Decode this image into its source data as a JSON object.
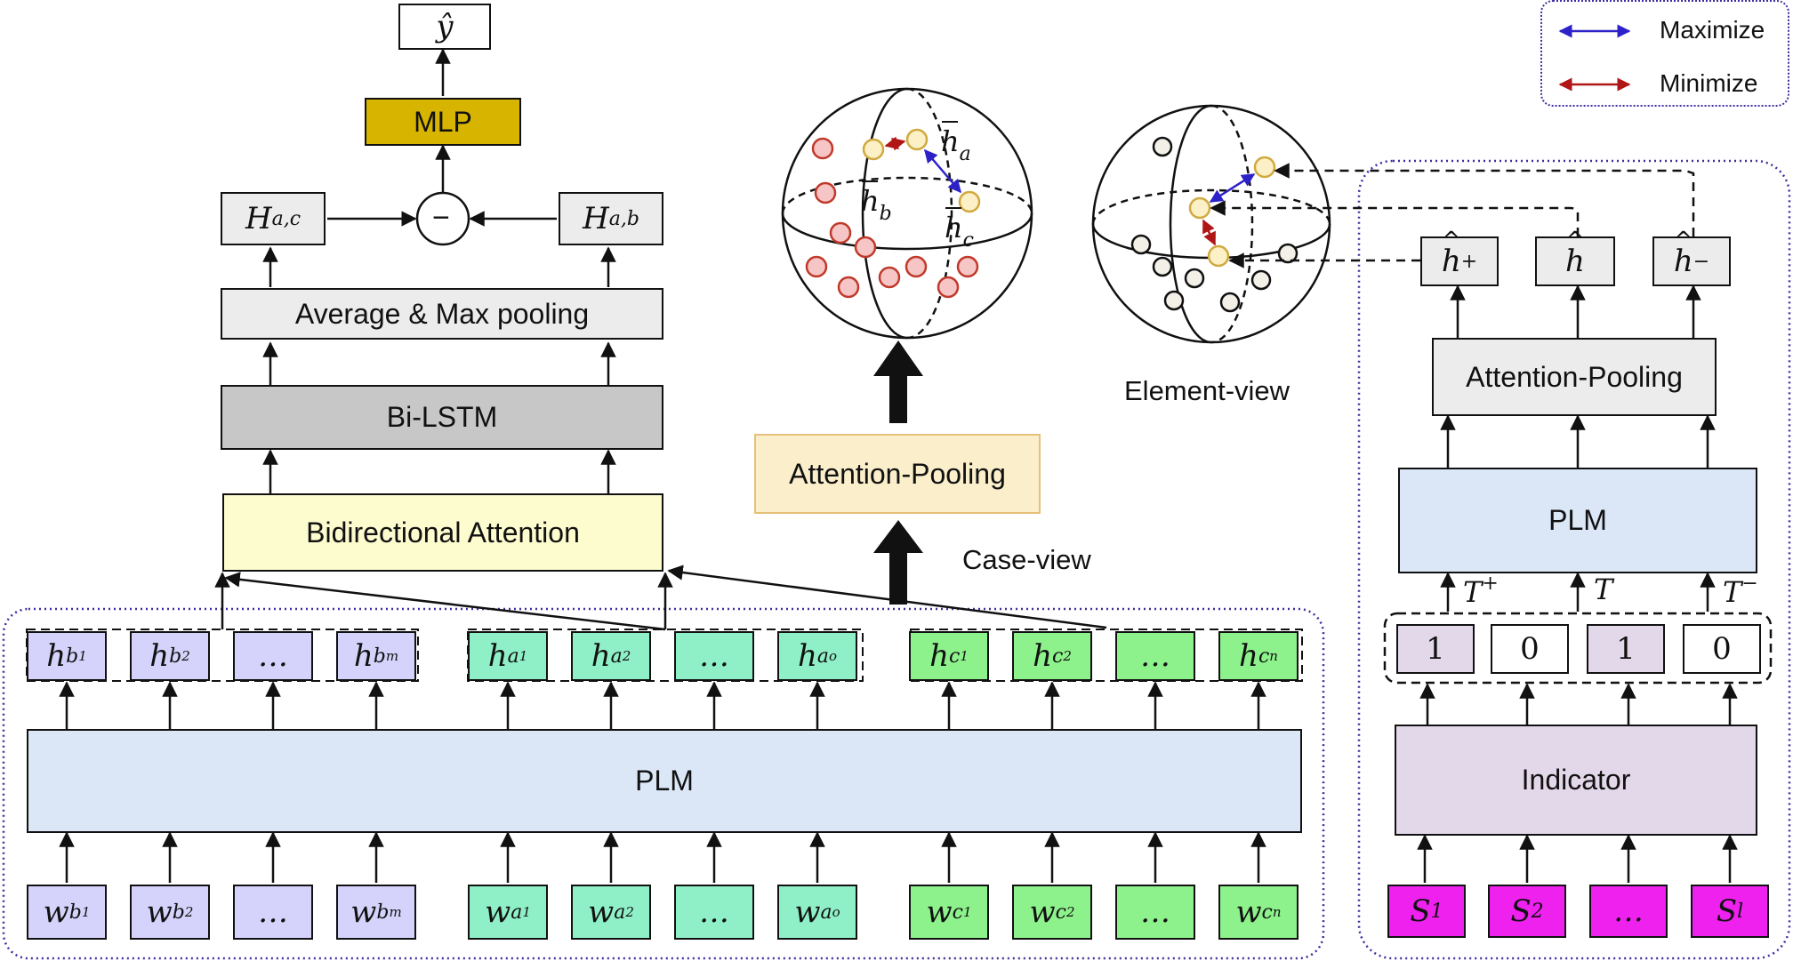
{
  "top_left": {
    "y_hat": "ŷ",
    "mlp": "MLP",
    "minus": "−",
    "h_ac": {
      "base": "H",
      "sub": "a,c"
    },
    "h_ab": {
      "base": "H",
      "sub": "a,b"
    },
    "pool": "Average & Max pooling",
    "bilstm": "Bi-LSTM",
    "biatt": "Bidirectional Attention"
  },
  "case_view": {
    "attention_pooling": "Attention-Pooling",
    "label": "Case-view",
    "sphere_labels": {
      "ha": {
        "base": "h",
        "sub": "a"
      },
      "hb": {
        "base": "h",
        "sub": "b"
      },
      "hc": {
        "base": "h",
        "sub": "c"
      }
    }
  },
  "element_view": {
    "label": "Element-view"
  },
  "legend": {
    "maximize": "Maximize",
    "minimize": "Minimize",
    "maximize_color": "#2d22c8",
    "minimize_color": "#b01616"
  },
  "plm_main": "PLM",
  "h_tokens": [
    {
      "base": "h",
      "sub": "b",
      "subsub": "1",
      "color": "lavender"
    },
    {
      "base": "h",
      "sub": "b",
      "subsub": "2",
      "color": "lavender"
    },
    {
      "base": "…",
      "sub": "",
      "subsub": "",
      "color": "lavender"
    },
    {
      "base": "h",
      "sub": "b",
      "subsub": "m",
      "color": "lavender"
    },
    {
      "base": "h",
      "sub": "a",
      "subsub": "1",
      "color": "teal"
    },
    {
      "base": "h",
      "sub": "a",
      "subsub": "2",
      "color": "teal"
    },
    {
      "base": "…",
      "sub": "",
      "subsub": "",
      "color": "teal"
    },
    {
      "base": "h",
      "sub": "a",
      "subsub": "o",
      "color": "teal"
    },
    {
      "base": "h",
      "sub": "c",
      "subsub": "1",
      "color": "green"
    },
    {
      "base": "h",
      "sub": "c",
      "subsub": "2",
      "color": "green"
    },
    {
      "base": "…",
      "sub": "",
      "subsub": "",
      "color": "green"
    },
    {
      "base": "h",
      "sub": "c",
      "subsub": "n",
      "color": "green"
    }
  ],
  "w_tokens": [
    {
      "base": "w",
      "sub": "b",
      "subsub": "1",
      "color": "lavender"
    },
    {
      "base": "w",
      "sub": "b",
      "subsub": "2",
      "color": "lavender"
    },
    {
      "base": "…",
      "sub": "",
      "subsub": "",
      "color": "lavender"
    },
    {
      "base": "w",
      "sub": "b",
      "subsub": "m",
      "color": "lavender"
    },
    {
      "base": "w",
      "sub": "a",
      "subsub": "1",
      "color": "teal"
    },
    {
      "base": "w",
      "sub": "a",
      "subsub": "2",
      "color": "teal"
    },
    {
      "base": "…",
      "sub": "",
      "subsub": "",
      "color": "teal"
    },
    {
      "base": "w",
      "sub": "a",
      "subsub": "o",
      "color": "teal"
    },
    {
      "base": "w",
      "sub": "c",
      "subsub": "1",
      "color": "green"
    },
    {
      "base": "w",
      "sub": "c",
      "subsub": "2",
      "color": "green"
    },
    {
      "base": "…",
      "sub": "",
      "subsub": "",
      "color": "green"
    },
    {
      "base": "w",
      "sub": "c",
      "subsub": "n",
      "color": "green"
    }
  ],
  "right": {
    "h_plus": {
      "base": "h",
      "sup": "+"
    },
    "h_mid": {
      "base": "h",
      "sup": ""
    },
    "h_minus": {
      "base": "h",
      "sup": "−"
    },
    "attention_pooling": "Attention-Pooling",
    "plm": "PLM",
    "t_plus": {
      "base": "T",
      "sup": "+"
    },
    "t": {
      "base": "T",
      "sup": ""
    },
    "t_minus": {
      "base": "T",
      "sup": "−"
    },
    "indicator_values": [
      "1",
      "0",
      "1",
      "0"
    ],
    "indicator": "Indicator",
    "s_tokens": [
      {
        "base": "S",
        "sub": "1"
      },
      {
        "base": "S",
        "sub": "2"
      },
      {
        "base": "…",
        "sub": ""
      },
      {
        "base": "S",
        "sub": "l"
      }
    ]
  }
}
